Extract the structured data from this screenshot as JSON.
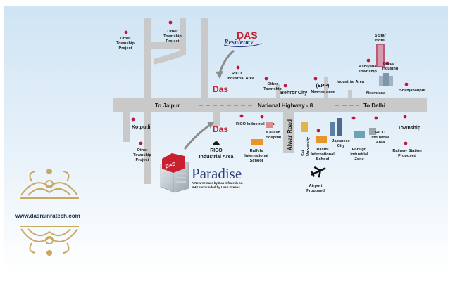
{
  "roads": {
    "highway": "National Highway - 8",
    "to_jaipur": "To Jaipur",
    "to_delhi": "To Delhi",
    "alwar_road": "Alwar Road"
  },
  "brands": {
    "das_residency_main": "DAS",
    "das_residency_script": "Residency",
    "das_top": "Das",
    "das_bottom": "Das",
    "paradise": "Paradise",
    "paradise_logo": "DAS",
    "tagline_1": "A New Venture by Das Infratech on",
    "tagline_2": "NH8 surrounded by Lush Greens"
  },
  "places": {
    "other_township_1": [
      "Other",
      "Township",
      "Project"
    ],
    "other_township_2": [
      "Other",
      "Township",
      "Project"
    ],
    "rico_industrial_top": [
      "RICO",
      "Industrial Area"
    ],
    "other_township_3": [
      "Other",
      "Township"
    ],
    "behror_city": "Behror City",
    "epp_neemrana": [
      "(EPP)",
      "Neemrana"
    ],
    "industrial_area": "Industrial Area",
    "neemrana": "Neemrana",
    "five_star_hotel": [
      "5 Star",
      "Hotel"
    ],
    "ashiyana_township": [
      "Ashiyana",
      "Township"
    ],
    "group_housing": [
      "Group",
      "Housing"
    ],
    "shahjahanpur": "Shahjahanpur",
    "kotputli": "Kotputli",
    "other_township_4": [
      "Other",
      "Township",
      "Project"
    ],
    "rico_industrial_mid": "RICO Industrial Area",
    "kailash_hospital": [
      "Kailash",
      "Hospital"
    ],
    "raffels_school": [
      "Raffels",
      "International",
      "School"
    ],
    "rico_industrial_bottom": [
      "RICO",
      "Industrial Area"
    ],
    "sai_university": [
      "Sai",
      "University"
    ],
    "rasthi_school": [
      "Rasthi",
      "International",
      "School"
    ],
    "japanese_city": [
      "Japanese",
      "City"
    ],
    "foreign_zone": [
      "Foreign",
      "Industrial",
      "Zone"
    ],
    "rico_industrial_right": [
      "RICO",
      "Industrial",
      "Area"
    ],
    "township": "Township",
    "railway_station": [
      "Railway Station",
      "Proposed"
    ],
    "airport": [
      "Airport",
      "Proposed"
    ]
  },
  "website": "www.dasrainratech.com",
  "colors": {
    "pin": "#c0143c",
    "brand_red": "#c8202e",
    "road_gray": "#c9c9c9",
    "sky_top": "#d6e9f6",
    "ornament_gold": "#c8a964"
  },
  "icons": [
    "map-pin-icon",
    "airplane-icon",
    "hotel-building-icon",
    "arrow-icon",
    "ornament-icon"
  ]
}
